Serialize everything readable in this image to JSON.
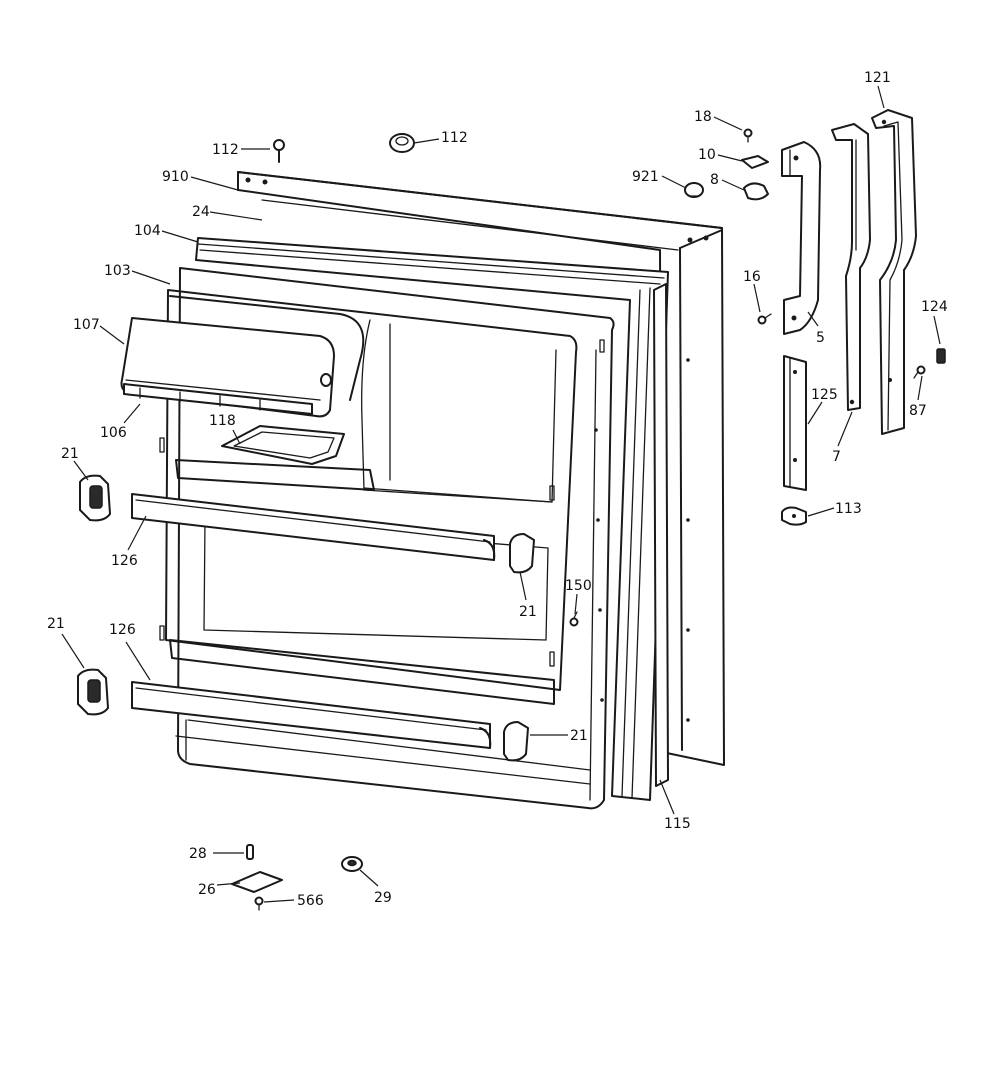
{
  "callouts": [
    {
      "id": "c112a",
      "label": "112"
    },
    {
      "id": "c112b",
      "label": "112"
    },
    {
      "id": "c910",
      "label": "910"
    },
    {
      "id": "c24",
      "label": "24"
    },
    {
      "id": "c104",
      "label": "104"
    },
    {
      "id": "c103",
      "label": "103"
    },
    {
      "id": "c107",
      "label": "107"
    },
    {
      "id": "c106",
      "label": "106"
    },
    {
      "id": "c118",
      "label": "118"
    },
    {
      "id": "c21a",
      "label": "21"
    },
    {
      "id": "c126a",
      "label": "126"
    },
    {
      "id": "c21b",
      "label": "21"
    },
    {
      "id": "c150",
      "label": "150"
    },
    {
      "id": "c21c",
      "label": "21"
    },
    {
      "id": "c126b",
      "label": "126"
    },
    {
      "id": "c21d",
      "label": "21"
    },
    {
      "id": "c115",
      "label": "115"
    },
    {
      "id": "c28",
      "label": "28"
    },
    {
      "id": "c26",
      "label": "26"
    },
    {
      "id": "c566",
      "label": "566"
    },
    {
      "id": "c29",
      "label": "29"
    },
    {
      "id": "c18",
      "label": "18"
    },
    {
      "id": "c10",
      "label": "10"
    },
    {
      "id": "c8",
      "label": "8"
    },
    {
      "id": "c921",
      "label": "921"
    },
    {
      "id": "c16",
      "label": "16"
    },
    {
      "id": "c5",
      "label": "5"
    },
    {
      "id": "c125",
      "label": "125"
    },
    {
      "id": "c7",
      "label": "7"
    },
    {
      "id": "c113",
      "label": "113"
    },
    {
      "id": "c121",
      "label": "121"
    },
    {
      "id": "c124",
      "label": "124"
    },
    {
      "id": "c87",
      "label": "87"
    }
  ]
}
